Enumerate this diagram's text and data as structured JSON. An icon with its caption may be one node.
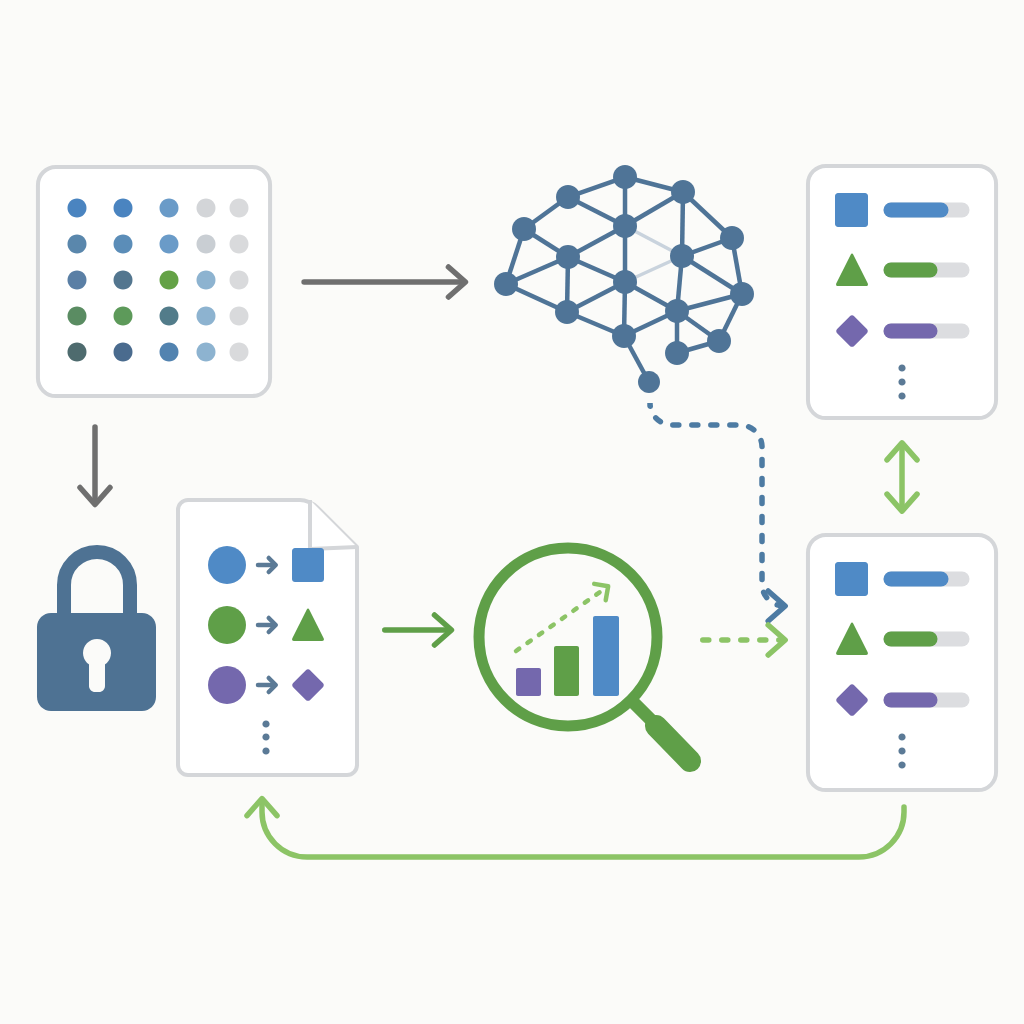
{
  "diagram": {
    "nodes": [
      {
        "text": [],
        "shape": "box"
      },
      {
        "text": [],
        "shape": "picture"
      },
      {
        "text": [],
        "shape": "box"
      },
      {
        "text": [],
        "shape": "picture"
      },
      {
        "text": [],
        "shape": "document"
      },
      {
        "text": [],
        "shape": "picture"
      },
      {
        "text": [],
        "shape": "box"
      }
    ],
    "edges": [
      {
        "from": 0,
        "to": 1,
        "arrow": "to",
        "color": "#6f6f6f"
      },
      {
        "from": 0,
        "to": 3,
        "arrow": "to",
        "color": "#6f6f6f"
      },
      {
        "from": 4,
        "to": 5,
        "arrow": "to",
        "color": "#5f9f48"
      },
      {
        "from": 1,
        "to": 6,
        "arrow": "to",
        "style": "dashed",
        "color": "#4d7ba3"
      },
      {
        "from": 5,
        "to": 6,
        "arrow": "to",
        "style": "dashed"
      },
      {
        "from": 2,
        "to": 6,
        "arrow": "both"
      },
      {
        "from": 6,
        "to": 4,
        "arrow": "to"
      }
    ]
  }
}
